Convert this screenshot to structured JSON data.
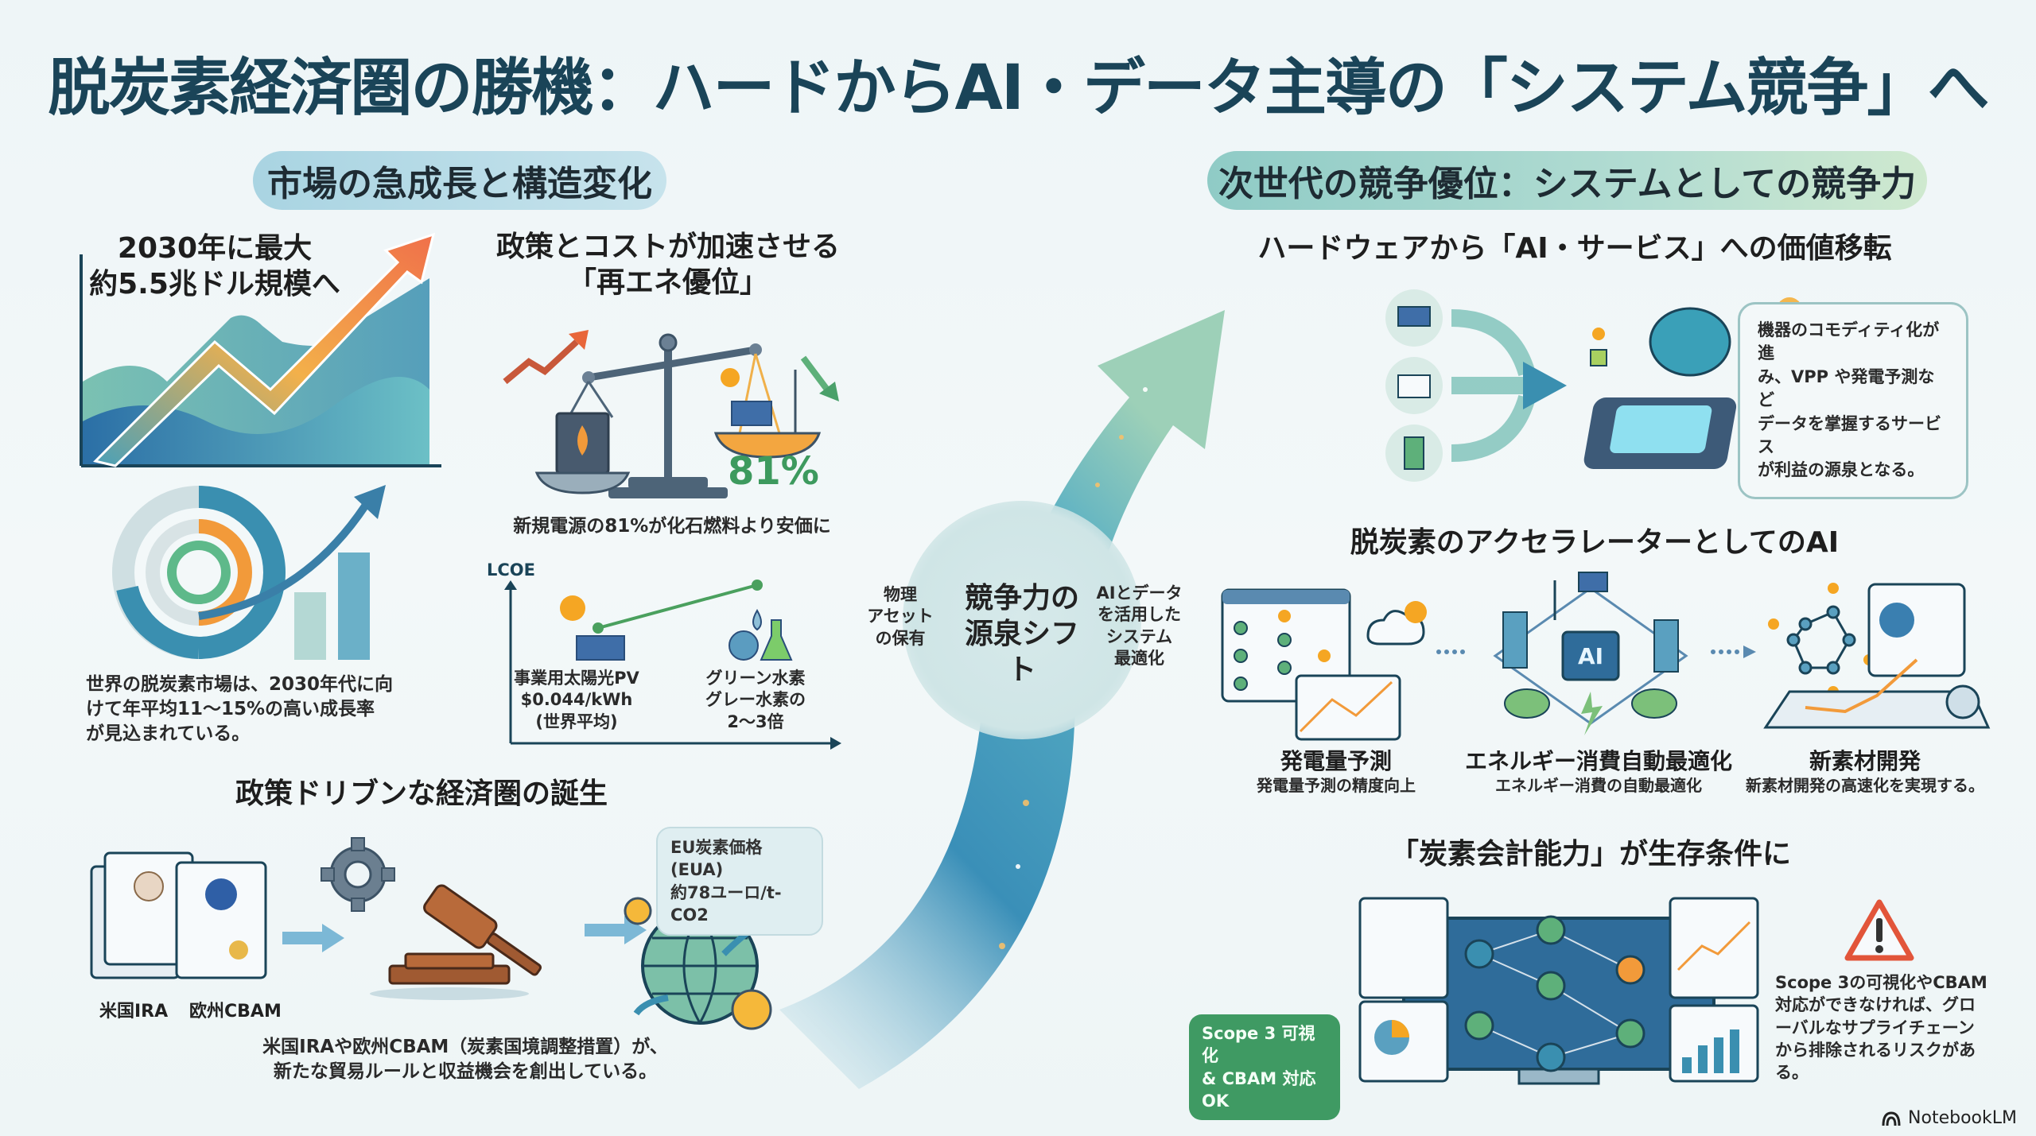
{
  "title": "脱炭素経済圏の勝機：ハードからAI・データ主導の「システム競争」へ",
  "left_section": {
    "header": "市場の急成長と構造変化",
    "market": {
      "headline_line1": "2030年に最大",
      "headline_line2": "約5.5兆ドル規模へ",
      "description": [
        "世界の脱炭素市場は、2030年代に向",
        "けて年平均11〜15%の高い成長率",
        "が見込まれている。"
      ]
    },
    "renewables": {
      "headline_line1": "政策とコストが加速させる",
      "headline_line2": "「再エネ優位」",
      "percent": "81%",
      "caption": "新規電源の81%が化石燃料より安価に",
      "lcoe": {
        "axis_label": "LCOE",
        "pv_label": [
          "事業用太陽光PV",
          "$0.044/kWh",
          "(世界平均)"
        ],
        "hydrogen_label": [
          "グリーン水素",
          "グレー水素の",
          "2〜3倍"
        ]
      }
    },
    "policy": {
      "headline": "政策ドリブンな経済圏の誕生",
      "label_ira": "米国IRA",
      "label_cbam": "欧州CBAM",
      "eua_bubble": [
        "EU炭素価格 (EUA)",
        "約78ユーロ/t-CO2"
      ],
      "description": [
        "米国IRAや欧州CBAM（炭素国境調整措置）が、",
        "新たな貿易ルールと収益機会を創出している。"
      ]
    }
  },
  "center": {
    "shift_title": [
      "競争力の",
      "源泉シフト"
    ],
    "from_label": [
      "物理",
      "アセット",
      "の保有"
    ],
    "to_label": [
      "AIとデータ",
      "を活用した",
      "システム",
      "最適化"
    ]
  },
  "right_section": {
    "header": "次世代の競争優位：システムとしての競争力",
    "value_shift": {
      "headline": "ハードウェアから「AI・サービス」への価値移転",
      "bubble": [
        "機器のコモディティ化が進",
        "み、VPP や発電予測など",
        "データを掌握するサービス",
        "が利益の源泉となる。"
      ]
    },
    "accelerator": {
      "headline": "脱炭素のアクセラレーターとしてのAI",
      "chip_label": "AI",
      "items": [
        {
          "title": "発電量予測",
          "desc": "発電量予測の精度向上"
        },
        {
          "title": "エネルギー消費自動最適化",
          "desc": "エネルギー消費の自動最適化"
        },
        {
          "title": "新素材開発",
          "desc": "新素材開発の高速化を実現する。"
        }
      ]
    },
    "carbon_accounting": {
      "headline": "「炭素会計能力」が生存条件に",
      "ok_bubble": [
        "Scope 3 可視化",
        "& CBAM 対応 OK"
      ],
      "warning": [
        "Scope 3の可視化やCBAM",
        "対応ができなければ、グロ",
        "ーバルなサプライチェーン",
        "から排除されるリスクがあ",
        "る。"
      ]
    }
  },
  "branding": "NotebookLM",
  "colors": {
    "title": "#1a4458",
    "teal": "#3a8fa8",
    "green": "#3f9a63",
    "orange": "#f29a3a",
    "warning_red": "#e2553a"
  }
}
